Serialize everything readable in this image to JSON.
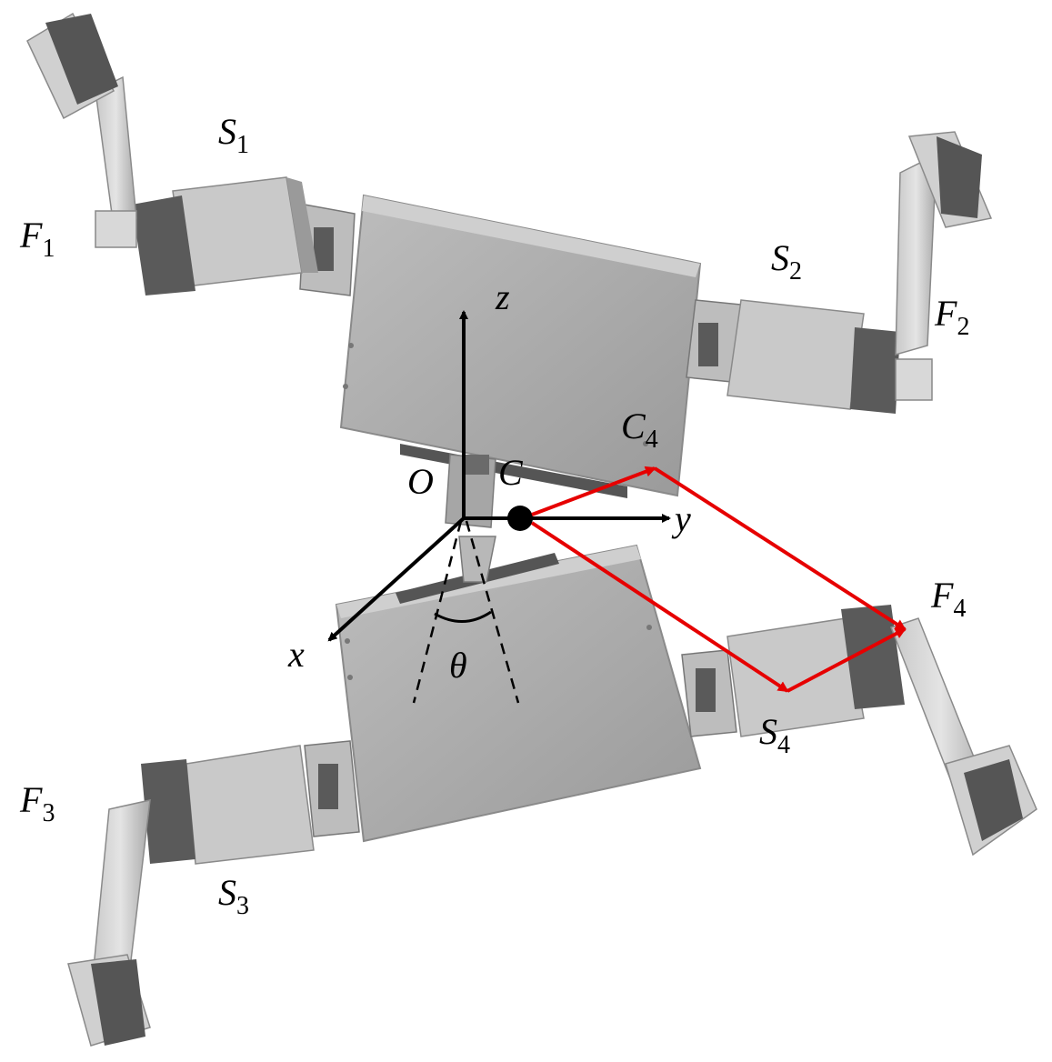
{
  "labels": {
    "S1": {
      "main": "S",
      "sub": "1"
    },
    "S2": {
      "main": "S",
      "sub": "2"
    },
    "S3": {
      "main": "S",
      "sub": "3"
    },
    "S4": {
      "main": "S",
      "sub": "4"
    },
    "F1": {
      "main": "F",
      "sub": "1"
    },
    "F2": {
      "main": "F",
      "sub": "2"
    },
    "F3": {
      "main": "F",
      "sub": "3"
    },
    "F4": {
      "main": "F",
      "sub": "4"
    },
    "C4": {
      "main": "C",
      "sub": "4"
    },
    "O": "O",
    "C": "C",
    "z": "z",
    "y": "y",
    "x": "x",
    "theta": "θ"
  },
  "colors": {
    "body_light": "#b4b4b4",
    "body_mid": "#9e9e9e",
    "body_dark": "#6e6e6e",
    "joint": "#5a5a5a",
    "link": "#d2d2d2",
    "axis": "#000000",
    "vector": "#e60000"
  }
}
